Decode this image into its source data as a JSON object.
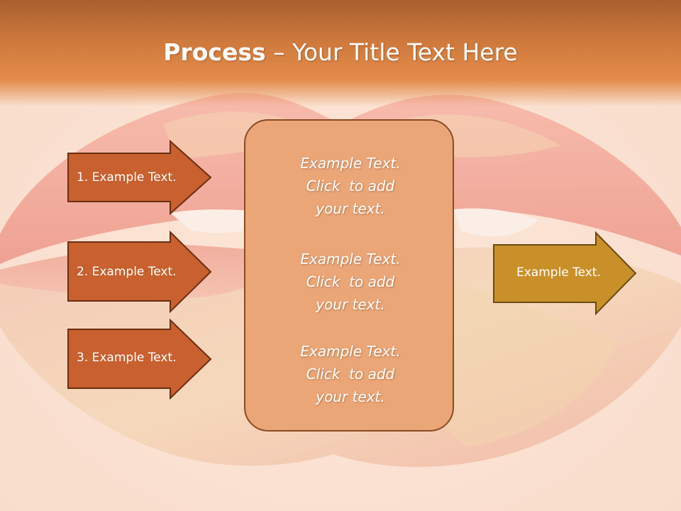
{
  "title": {
    "bold_part": "Process",
    "separator": " – ",
    "rest": "Your Title Text Here"
  },
  "left_arrows": [
    {
      "label": "1. Example Text."
    },
    {
      "label": "2. Example Text."
    },
    {
      "label": "3. Example Text."
    }
  ],
  "center_box": {
    "blocks": [
      {
        "lines": [
          "Example Text.",
          "Click  to add",
          "your text."
        ]
      },
      {
        "lines": [
          "Example Text.",
          "Click  to add",
          "your text."
        ]
      },
      {
        "lines": [
          "Example Text.",
          "Click  to add",
          "your text."
        ]
      }
    ]
  },
  "right_arrow": {
    "label": "Example Text."
  },
  "colors": {
    "title_band": "#cf7a3d",
    "left_arrow_fill": "#c8602f",
    "left_arrow_border": "#6b2e12",
    "right_arrow_fill": "#c9902a",
    "right_arrow_border": "#6b4a12",
    "center_box_fill": "#eba678",
    "center_box_border": "#8a4a22"
  },
  "background": {
    "subject": "lips-photo"
  }
}
